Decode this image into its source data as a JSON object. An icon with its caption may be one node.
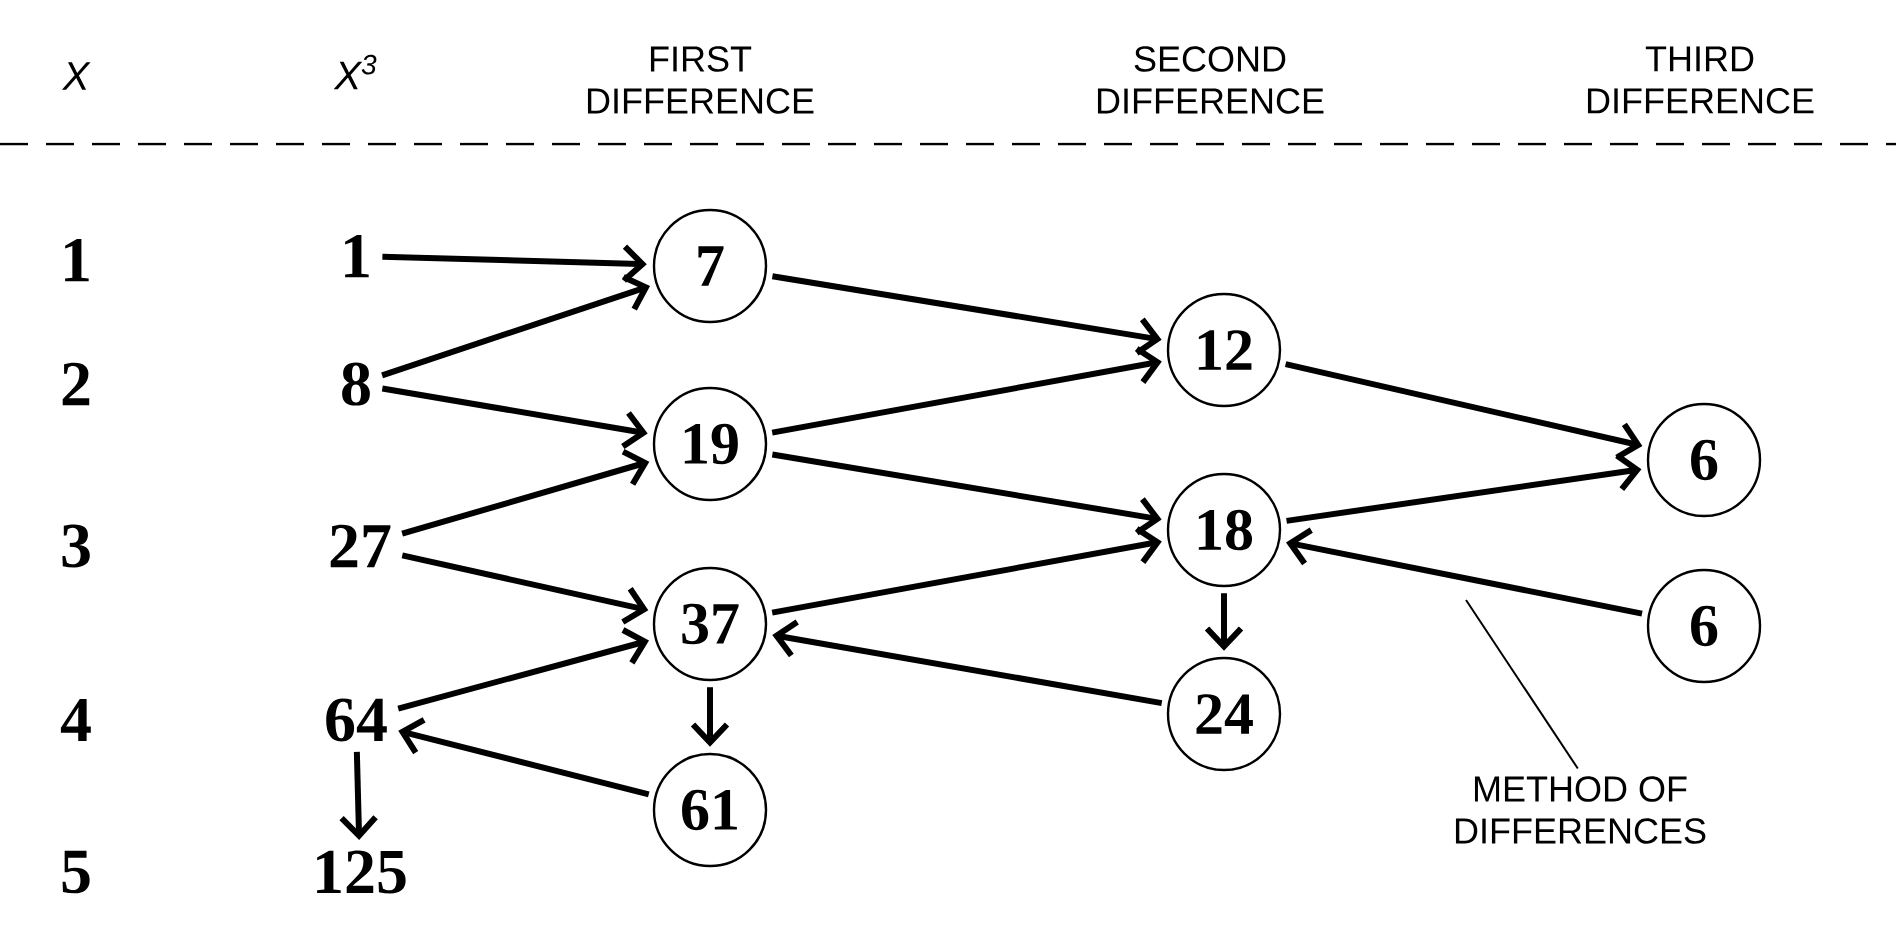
{
  "diagram": {
    "nodes": [
      {
        "text": [
          "1"
        ]
      },
      {
        "text": [
          "8"
        ]
      },
      {
        "text": [
          "27"
        ]
      },
      {
        "text": [
          "64"
        ]
      },
      {
        "text": [
          "125"
        ]
      },
      {
        "text": [
          "7"
        ]
      },
      {
        "text": [
          "19"
        ]
      },
      {
        "text": [
          "37"
        ]
      },
      {
        "text": [
          "61"
        ]
      },
      {
        "text": [
          "12"
        ]
      },
      {
        "text": [
          "18"
        ]
      },
      {
        "text": [
          "24"
        ]
      },
      {
        "text": [
          "6"
        ]
      },
      {
        "text": [
          "6"
        ]
      },
      {
        "text": [
          "METHOD OF DIFFERENCES"
        ]
      }
    ],
    "edges": [
      {
        "from": 0,
        "to": 5,
        "arrow": "to"
      },
      {
        "from": 1,
        "to": 5,
        "arrow": "to"
      },
      {
        "from": 1,
        "to": 6,
        "arrow": "to"
      },
      {
        "from": 2,
        "to": 6,
        "arrow": "to"
      },
      {
        "from": 2,
        "to": 7,
        "arrow": "to"
      },
      {
        "from": 3,
        "to": 7,
        "arrow": "to"
      },
      {
        "from": 3,
        "to": 4,
        "arrow": "to"
      },
      {
        "from": 7,
        "to": 8,
        "arrow": "to"
      },
      {
        "from": 8,
        "to": 3,
        "arrow": "to"
      },
      {
        "from": 5,
        "to": 9,
        "arrow": "to"
      },
      {
        "from": 6,
        "to": 9,
        "arrow": "to"
      },
      {
        "from": 6,
        "to": 10,
        "arrow": "to"
      },
      {
        "from": 7,
        "to": 10,
        "arrow": "to"
      },
      {
        "from": 11,
        "to": 7,
        "arrow": "to"
      },
      {
        "from": 10,
        "to": 11,
        "arrow": "to"
      },
      {
        "from": 9,
        "to": 12,
        "arrow": "to"
      },
      {
        "from": 10,
        "to": 12,
        "arrow": "to"
      },
      {
        "from": 13,
        "to": 10,
        "arrow": "to"
      },
      {
        "from": 14,
        "to": null,
        "arrow": "none"
      }
    ],
    "labels": [
      "X",
      "X$^{3}$",
      "FIRST DIFFERENCE",
      "SECOND DIFFERENCE",
      "THIRD DIFFERENCE",
      "1",
      "2",
      "3",
      "4",
      "5"
    ]
  }
}
